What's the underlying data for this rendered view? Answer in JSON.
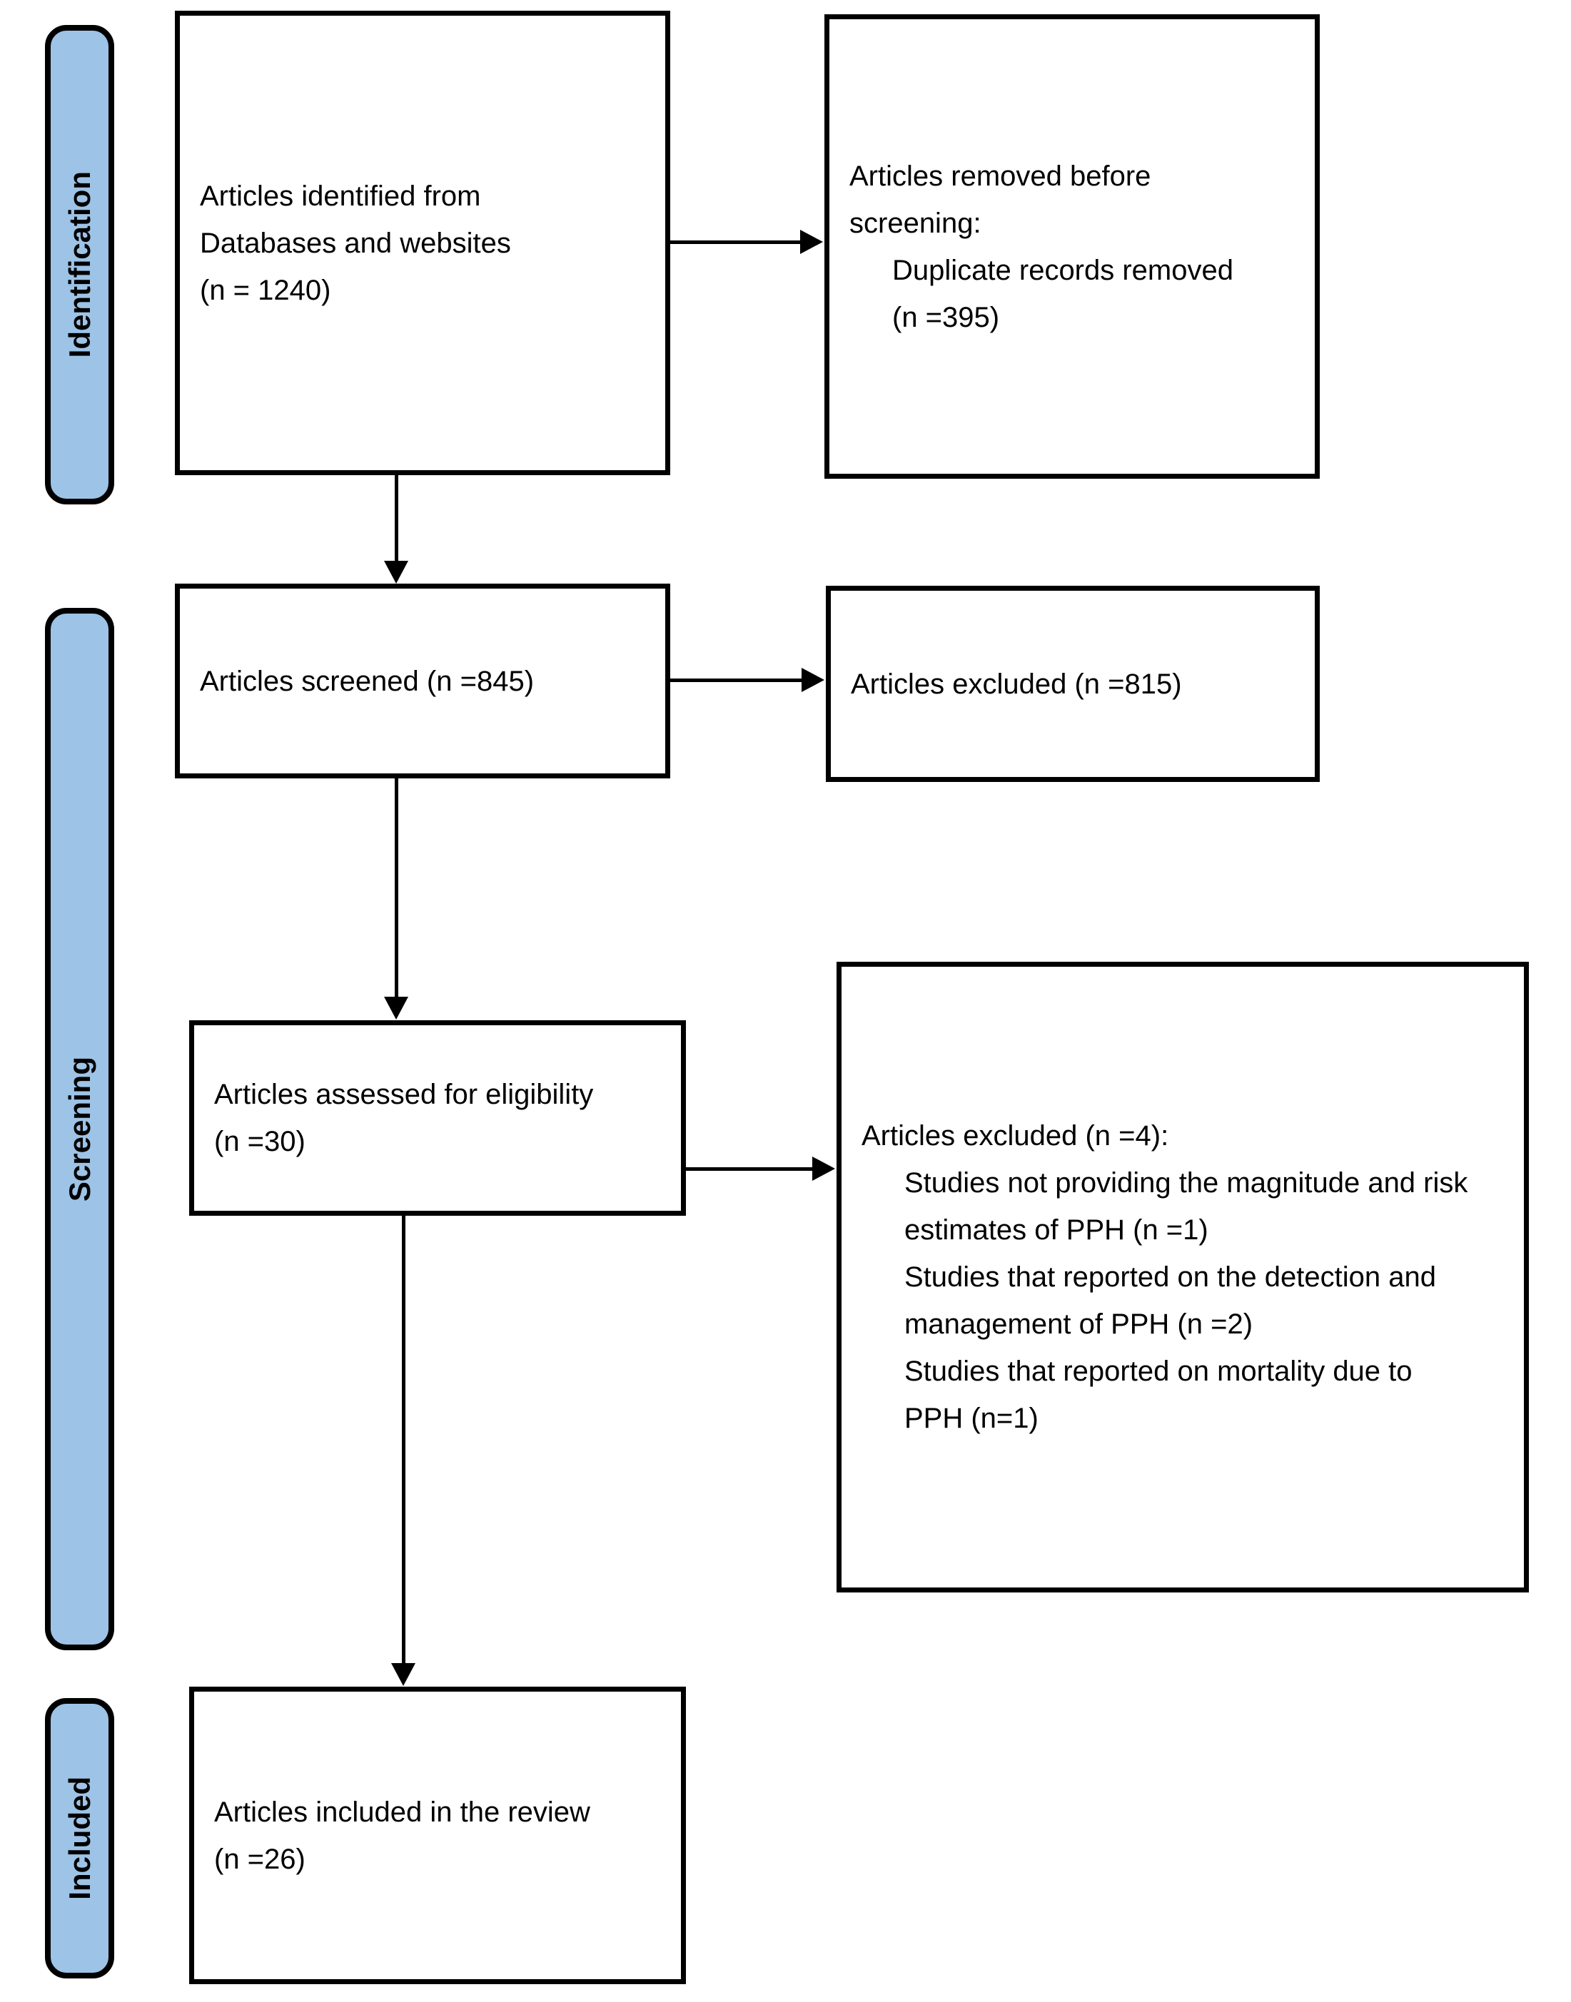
{
  "stages": [
    {
      "label": "Identification"
    },
    {
      "label": "Screening"
    },
    {
      "label": "Included"
    }
  ],
  "boxes": {
    "identified": {
      "text": "Articles identified from\nDatabases and websites\n(n = 1240)"
    },
    "removed": {
      "heading": "Articles removed before\nscreening:",
      "detail": "Duplicate records removed\n(n =395)"
    },
    "screened": {
      "text": "Articles screened (n =845)"
    },
    "excluded_screening": {
      "text": "Articles excluded (n =815)"
    },
    "assessed": {
      "text": "Articles assessed for eligibility\n(n =30)"
    },
    "excluded_eligibility": {
      "heading": "Articles excluded (n =4):",
      "reasons": [
        "Studies not providing the magnitude and risk\nestimates of PPH (n =1)",
        "Studies that reported on the detection and\nmanagement of PPH (n =2)",
        "Studies that reported on mortality due to\nPPH (n=1)"
      ]
    },
    "included": {
      "text": "Articles included in the review\n(n =26)"
    }
  },
  "colors": {
    "stage_fill": "#9DC3E6",
    "stroke": "#000000",
    "box_fill": "#FFFFFF"
  }
}
